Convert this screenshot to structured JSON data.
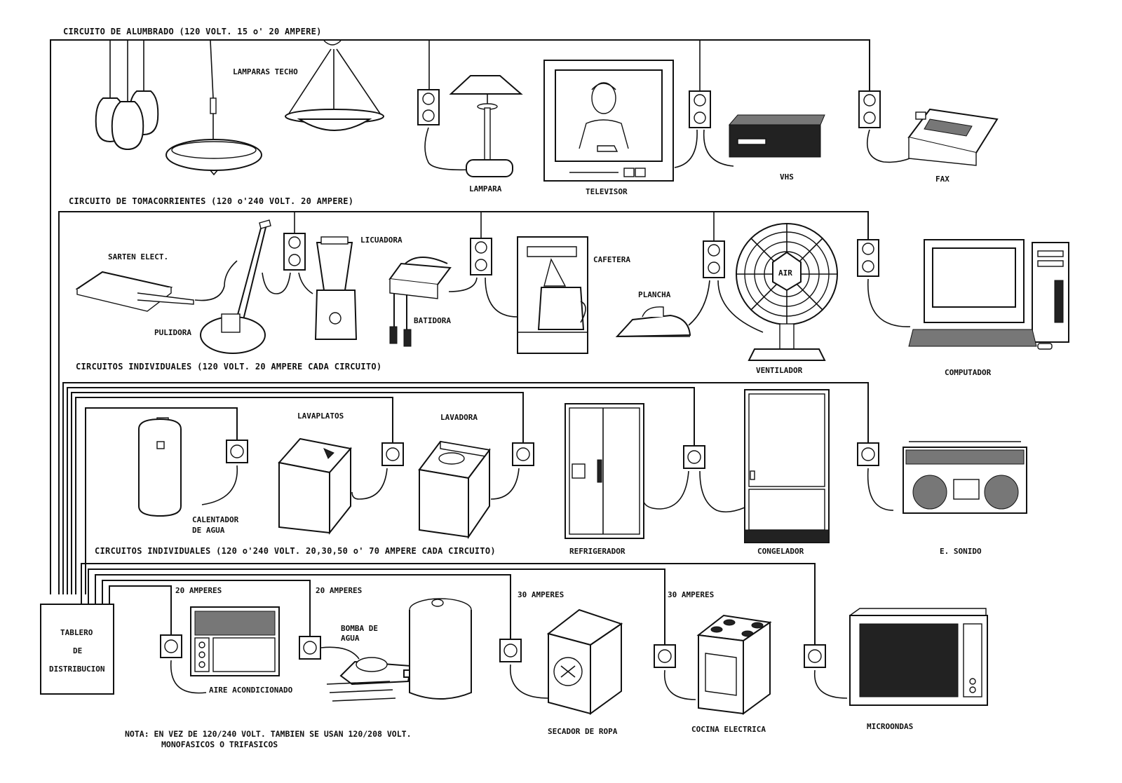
{
  "circuits": {
    "lighting": "CIRCUITO DE ALUMBRADO (120 VOLT. 15 o' 20 AMPERE)",
    "outlets": "CIRCUITO DE TOMACORRIENTES (120 o'240 VOLT. 20 AMPERE)",
    "individual_1": "CIRCUITOS INDIVIDUALES (120 VOLT. 20 AMPERE CADA CIRCUITO)",
    "individual_2": "CIRCUITOS INDIVIDUALES (120 o'240 VOLT. 20,30,50 o' 70 AMPERE CADA CIRCUITO)"
  },
  "labels": {
    "lamparas_techo": "LAMPARAS TECHO",
    "lampara": "LAMPARA",
    "televisor": "TELEVISOR",
    "vhs": "VHS",
    "fax": "FAX",
    "sarten": "SARTEN ELECT.",
    "pulidora": "PULIDORA",
    "licuadora": "LICUADORA",
    "batidora": "BATIDORA",
    "cafetera": "CAFETERA",
    "plancha": "PLANCHA",
    "ventilador": "VENTILADOR",
    "computador": "COMPUTADOR",
    "calentador_1": "CALENTADOR",
    "calentador_2": "DE AGUA",
    "lavaplatos": "LAVAPLATOS",
    "lavadora": "LAVADORA",
    "refrigerador": "REFRIGERADOR",
    "congelador": "CONGELADOR",
    "sonido": "E. SONIDO",
    "amp20a": "20 AMPERES",
    "amp20b": "20 AMPERES",
    "amp30a": "30 AMPERES",
    "amp30b": "30 AMPERES",
    "bomba_1": "BOMBA DE",
    "bomba_2": "AGUA",
    "aire": "AIRE ACONDICIONADO",
    "secador": "SECADOR DE ROPA",
    "cocina": "COCINA ELECTRICA",
    "microondas": "MICROONDAS",
    "air_badge": "AIR"
  },
  "panel": {
    "line1": "TABLERO",
    "line2": "DE",
    "line3": "DISTRIBUCION"
  },
  "note": {
    "line1": "NOTA: EN VEZ DE 120/240 VOLT. TAMBIEN SE USAN 120/208 VOLT.",
    "line2": "MONOFASICOS O TRIFASICOS"
  }
}
